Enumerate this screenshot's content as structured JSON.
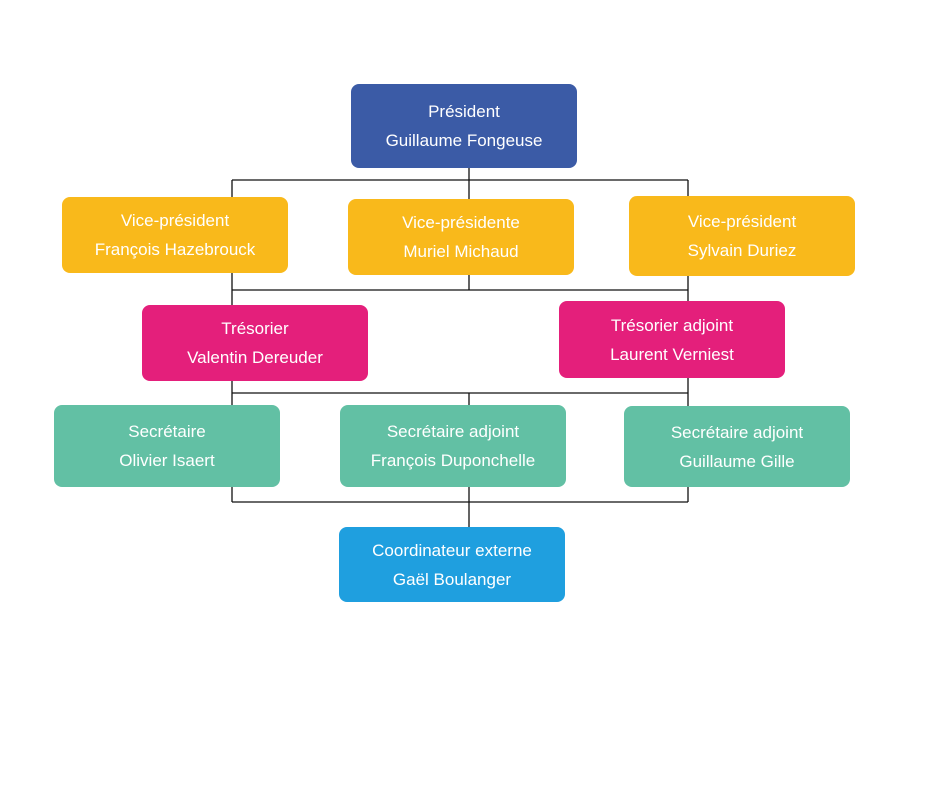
{
  "colors": {
    "president": "#3b5ba6",
    "vice": "#f9b91b",
    "treasurer": "#e41f7b",
    "secretary": "#62c0a4",
    "coordinator": "#1f9fdf",
    "line": "#111111"
  },
  "nodes": {
    "president": {
      "role": "Président",
      "name": "Guillaume Fongeuse"
    },
    "vice_left": {
      "role": "Vice-président",
      "name": "François Hazebrouck"
    },
    "vice_center": {
      "role": "Vice-présidente",
      "name": "Muriel Michaud"
    },
    "vice_right": {
      "role": "Vice-président",
      "name": "Sylvain Duriez"
    },
    "treasurer": {
      "role": "Trésorier",
      "name": "Valentin Dereuder"
    },
    "treasurer_deputy": {
      "role": "Trésorier adjoint",
      "name": "Laurent Verniest"
    },
    "secretary": {
      "role": "Secrétaire",
      "name": "Olivier Isaert"
    },
    "secretary_deputy_1": {
      "role": "Secrétaire adjoint",
      "name": "François Duponchelle"
    },
    "secretary_deputy_2": {
      "role": "Secrétaire adjoint",
      "name": "Guillaume Gille"
    },
    "coordinator": {
      "role": "Coordinateur externe",
      "name": "Gaël Boulanger"
    }
  }
}
